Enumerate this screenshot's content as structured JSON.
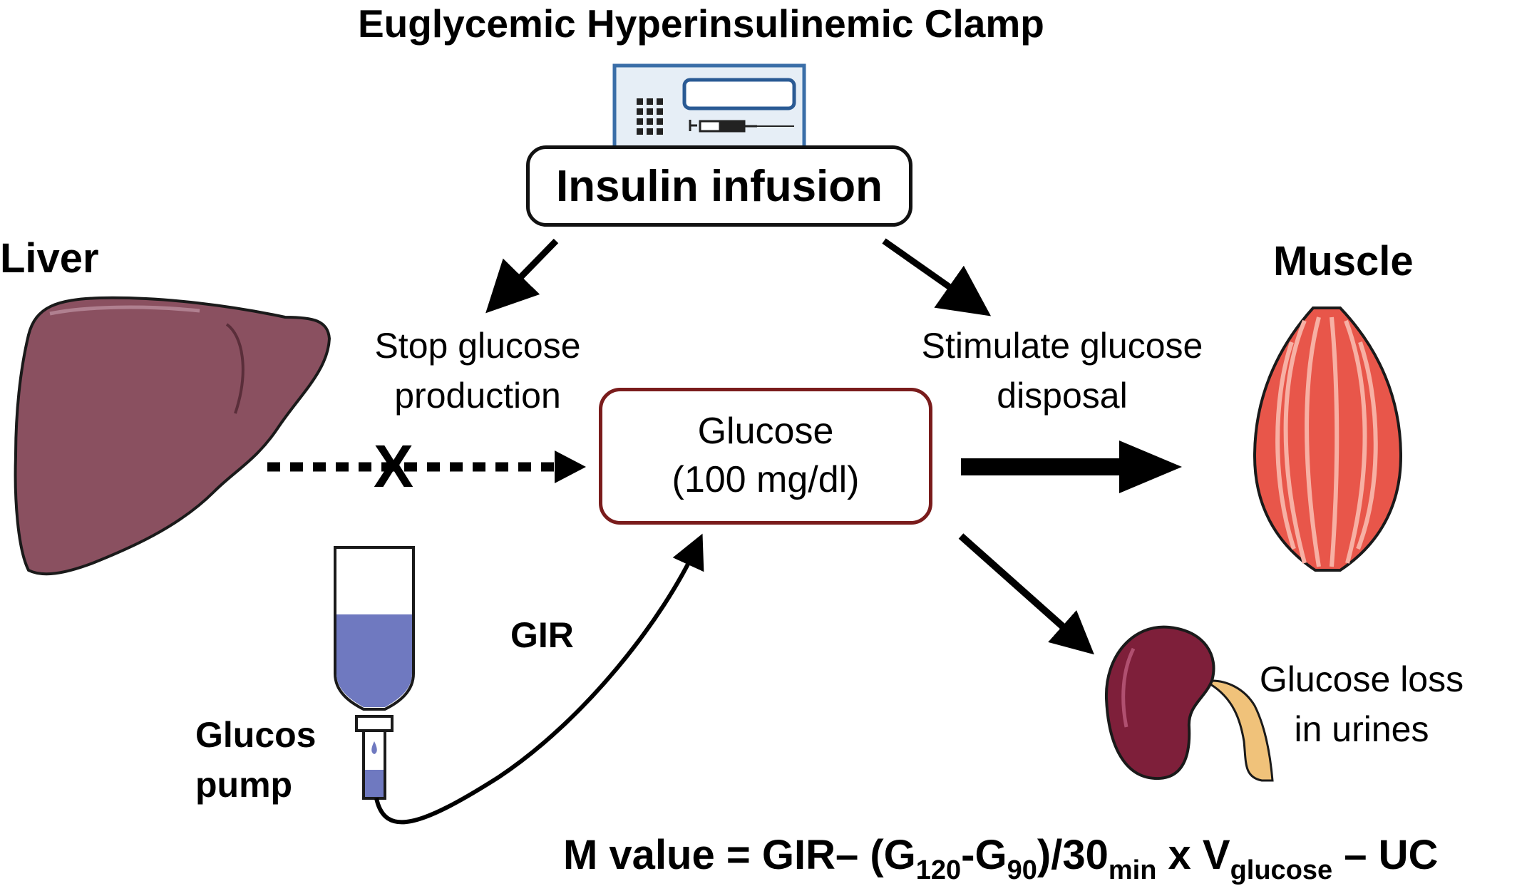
{
  "title": "Euglycemic  Hyperinsulinemic Clamp",
  "insulin_box": "Insulin infusion",
  "liver_label": "Liver",
  "muscle_label": "Muscle",
  "stop_label_1": "Stop glucose",
  "stop_label_2": "production",
  "stimulate_label_1": "Stimulate glucose",
  "stimulate_label_2": "disposal",
  "glucose_box_1": "Glucose",
  "glucose_box_2": "(100 mg/dl)",
  "gir_label": "GIR",
  "pump_label_1": "Glucos",
  "pump_label_2": "pump",
  "urine_label_1": "Glucose loss",
  "urine_label_2": "in urines",
  "x_mark": "X",
  "formula": {
    "prefix": "M value = GIR– (G",
    "sub1": "120",
    "mid1": "-G",
    "sub2": "90",
    "mid2": ")/30",
    "sub3": "min",
    "mid3": " x V",
    "sub4": "glucose",
    "suffix": " – UC"
  },
  "colors": {
    "liver": "#8a5060",
    "glucose_border": "#7a1c1c",
    "muscle": "#e8564a",
    "kidney": "#7e1f3a",
    "fluid": "#6f79c0",
    "device_border": "#3a6ea8"
  }
}
